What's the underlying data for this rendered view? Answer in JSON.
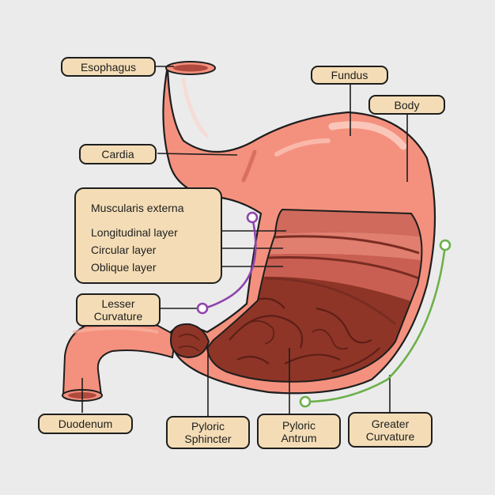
{
  "labels": {
    "esophagus": "Esophagus",
    "fundus": "Fundus",
    "body": "Body",
    "cardia": "Cardia",
    "lesser_curvature": "Lesser\nCurvature",
    "duodenum": "Duodenum",
    "pyloric_sphincter": "Pyloric\nSphincter",
    "pyloric_antrum": "Pyloric\nAntrum",
    "greater_curvature": "Greater\nCurvature"
  },
  "muscularis": {
    "heading": "Muscularis externa",
    "layers": [
      "Longitudinal layer",
      "Circular layer",
      "Oblique layer"
    ]
  },
  "colors": {
    "background": "#ebebeb",
    "label_fill": "#f4ddb6",
    "outline": "#1e1e1e",
    "stomach_skin": "#f4917e",
    "muscle": "#cf6a5d",
    "mucosa": "#8e3527",
    "lesser_curvature_marker": "#8e44ad",
    "greater_curvature_marker": "#6cb04a"
  }
}
